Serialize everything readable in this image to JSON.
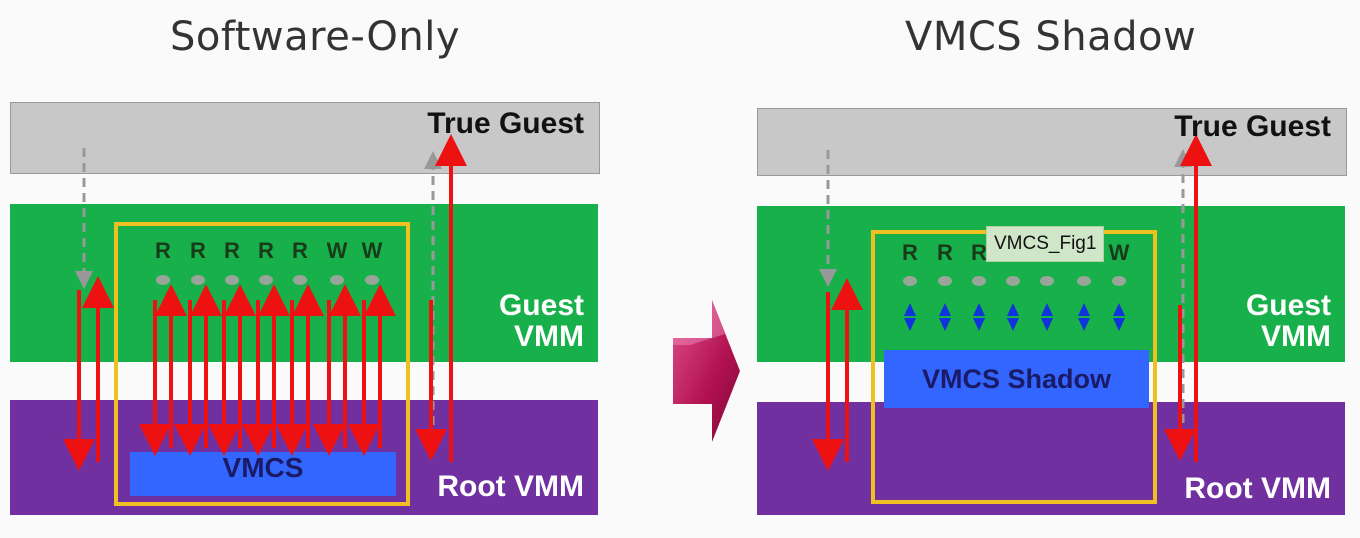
{
  "left_panel": {
    "title": "Software-Only",
    "true_guest": "True Guest",
    "guest_vmm_line1": "Guest",
    "guest_vmm_line2": "VMM",
    "root_vmm": "Root VMM",
    "vmcs": "VMCS",
    "accesses": [
      "R",
      "R",
      "R",
      "R",
      "R",
      "W",
      "W"
    ]
  },
  "right_panel": {
    "title": "VMCS Shadow",
    "true_guest": "True Guest",
    "guest_vmm_line1": "Guest",
    "guest_vmm_line2": "VMM",
    "root_vmm": "Root VMM",
    "vmcs_shadow": "VMCS Shadow",
    "accesses": [
      "R",
      "R",
      "R",
      "",
      "",
      "",
      "W"
    ],
    "figure_tag": "VMCS_Fig1"
  },
  "colors": {
    "true_guest": "#c8c8c8",
    "guest_vmm": "#18b04a",
    "root_vmm": "#7030a0",
    "vmcs": "#3366ff",
    "outline": "#f0c020",
    "exit_arrow": "#ee1111",
    "guest_arrow": "#999999",
    "shadow_arrow": "#1133dd",
    "transition_arrow": "#c0185f"
  },
  "icons": {
    "transition": "chevron-right-arrow"
  }
}
